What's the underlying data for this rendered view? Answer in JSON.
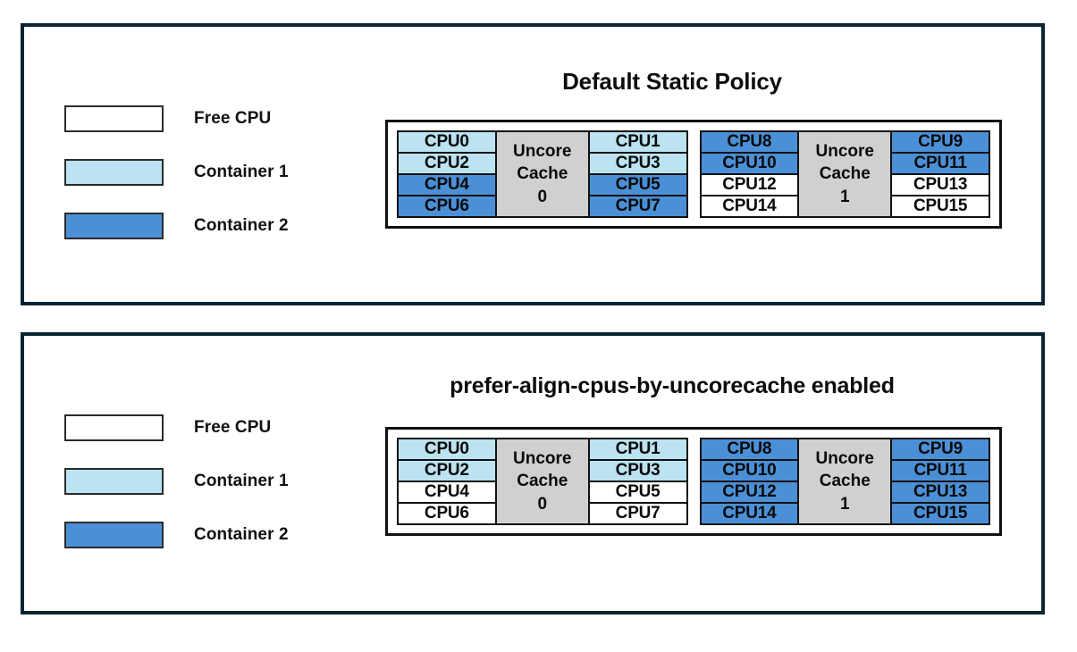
{
  "colors": {
    "free": "#ffffff",
    "container1": "#bce3f2",
    "container2": "#4b90d6",
    "cache": "#d0d0d0",
    "border": "#111111",
    "panel_border": "#0b2433"
  },
  "legend": {
    "items": [
      {
        "label": "Free CPU",
        "fill": "free"
      },
      {
        "label": "Container 1",
        "fill": "c1"
      },
      {
        "label": "Container 2",
        "fill": "c2"
      }
    ]
  },
  "panels": [
    {
      "id": "default-static-policy",
      "title": "Default Static Policy",
      "cache_groups": [
        {
          "cache_label_line1": "Uncore",
          "cache_label_line2": "Cache",
          "cache_label_line3": "0",
          "left_column": [
            {
              "label": "CPU0",
              "fill": "c1"
            },
            {
              "label": "CPU2",
              "fill": "c1"
            },
            {
              "label": "CPU4",
              "fill": "c2"
            },
            {
              "label": "CPU6",
              "fill": "c2"
            }
          ],
          "right_column": [
            {
              "label": "CPU1",
              "fill": "c1"
            },
            {
              "label": "CPU3",
              "fill": "c1"
            },
            {
              "label": "CPU5",
              "fill": "c2"
            },
            {
              "label": "CPU7",
              "fill": "c2"
            }
          ]
        },
        {
          "cache_label_line1": "Uncore",
          "cache_label_line2": "Cache",
          "cache_label_line3": "1",
          "left_column": [
            {
              "label": "CPU8",
              "fill": "c2"
            },
            {
              "label": "CPU10",
              "fill": "c2"
            },
            {
              "label": "CPU12",
              "fill": "free"
            },
            {
              "label": "CPU14",
              "fill": "free"
            }
          ],
          "right_column": [
            {
              "label": "CPU9",
              "fill": "c2"
            },
            {
              "label": "CPU11",
              "fill": "c2"
            },
            {
              "label": "CPU13",
              "fill": "free"
            },
            {
              "label": "CPU15",
              "fill": "free"
            }
          ]
        }
      ]
    },
    {
      "id": "prefer-align-cpus-by-uncorecache-enabled",
      "title": "prefer-align-cpus-by-uncorecache enabled",
      "cache_groups": [
        {
          "cache_label_line1": "Uncore",
          "cache_label_line2": "Cache",
          "cache_label_line3": "0",
          "left_column": [
            {
              "label": "CPU0",
              "fill": "c1"
            },
            {
              "label": "CPU2",
              "fill": "c1"
            },
            {
              "label": "CPU4",
              "fill": "free"
            },
            {
              "label": "CPU6",
              "fill": "free"
            }
          ],
          "right_column": [
            {
              "label": "CPU1",
              "fill": "c1"
            },
            {
              "label": "CPU3",
              "fill": "c1"
            },
            {
              "label": "CPU5",
              "fill": "free"
            },
            {
              "label": "CPU7",
              "fill": "free"
            }
          ]
        },
        {
          "cache_label_line1": "Uncore",
          "cache_label_line2": "Cache",
          "cache_label_line3": "1",
          "left_column": [
            {
              "label": "CPU8",
              "fill": "c2"
            },
            {
              "label": "CPU10",
              "fill": "c2"
            },
            {
              "label": "CPU12",
              "fill": "c2"
            },
            {
              "label": "CPU14",
              "fill": "c2"
            }
          ],
          "right_column": [
            {
              "label": "CPU9",
              "fill": "c2"
            },
            {
              "label": "CPU11",
              "fill": "c2"
            },
            {
              "label": "CPU13",
              "fill": "c2"
            },
            {
              "label": "CPU15",
              "fill": "c2"
            }
          ]
        }
      ]
    }
  ]
}
